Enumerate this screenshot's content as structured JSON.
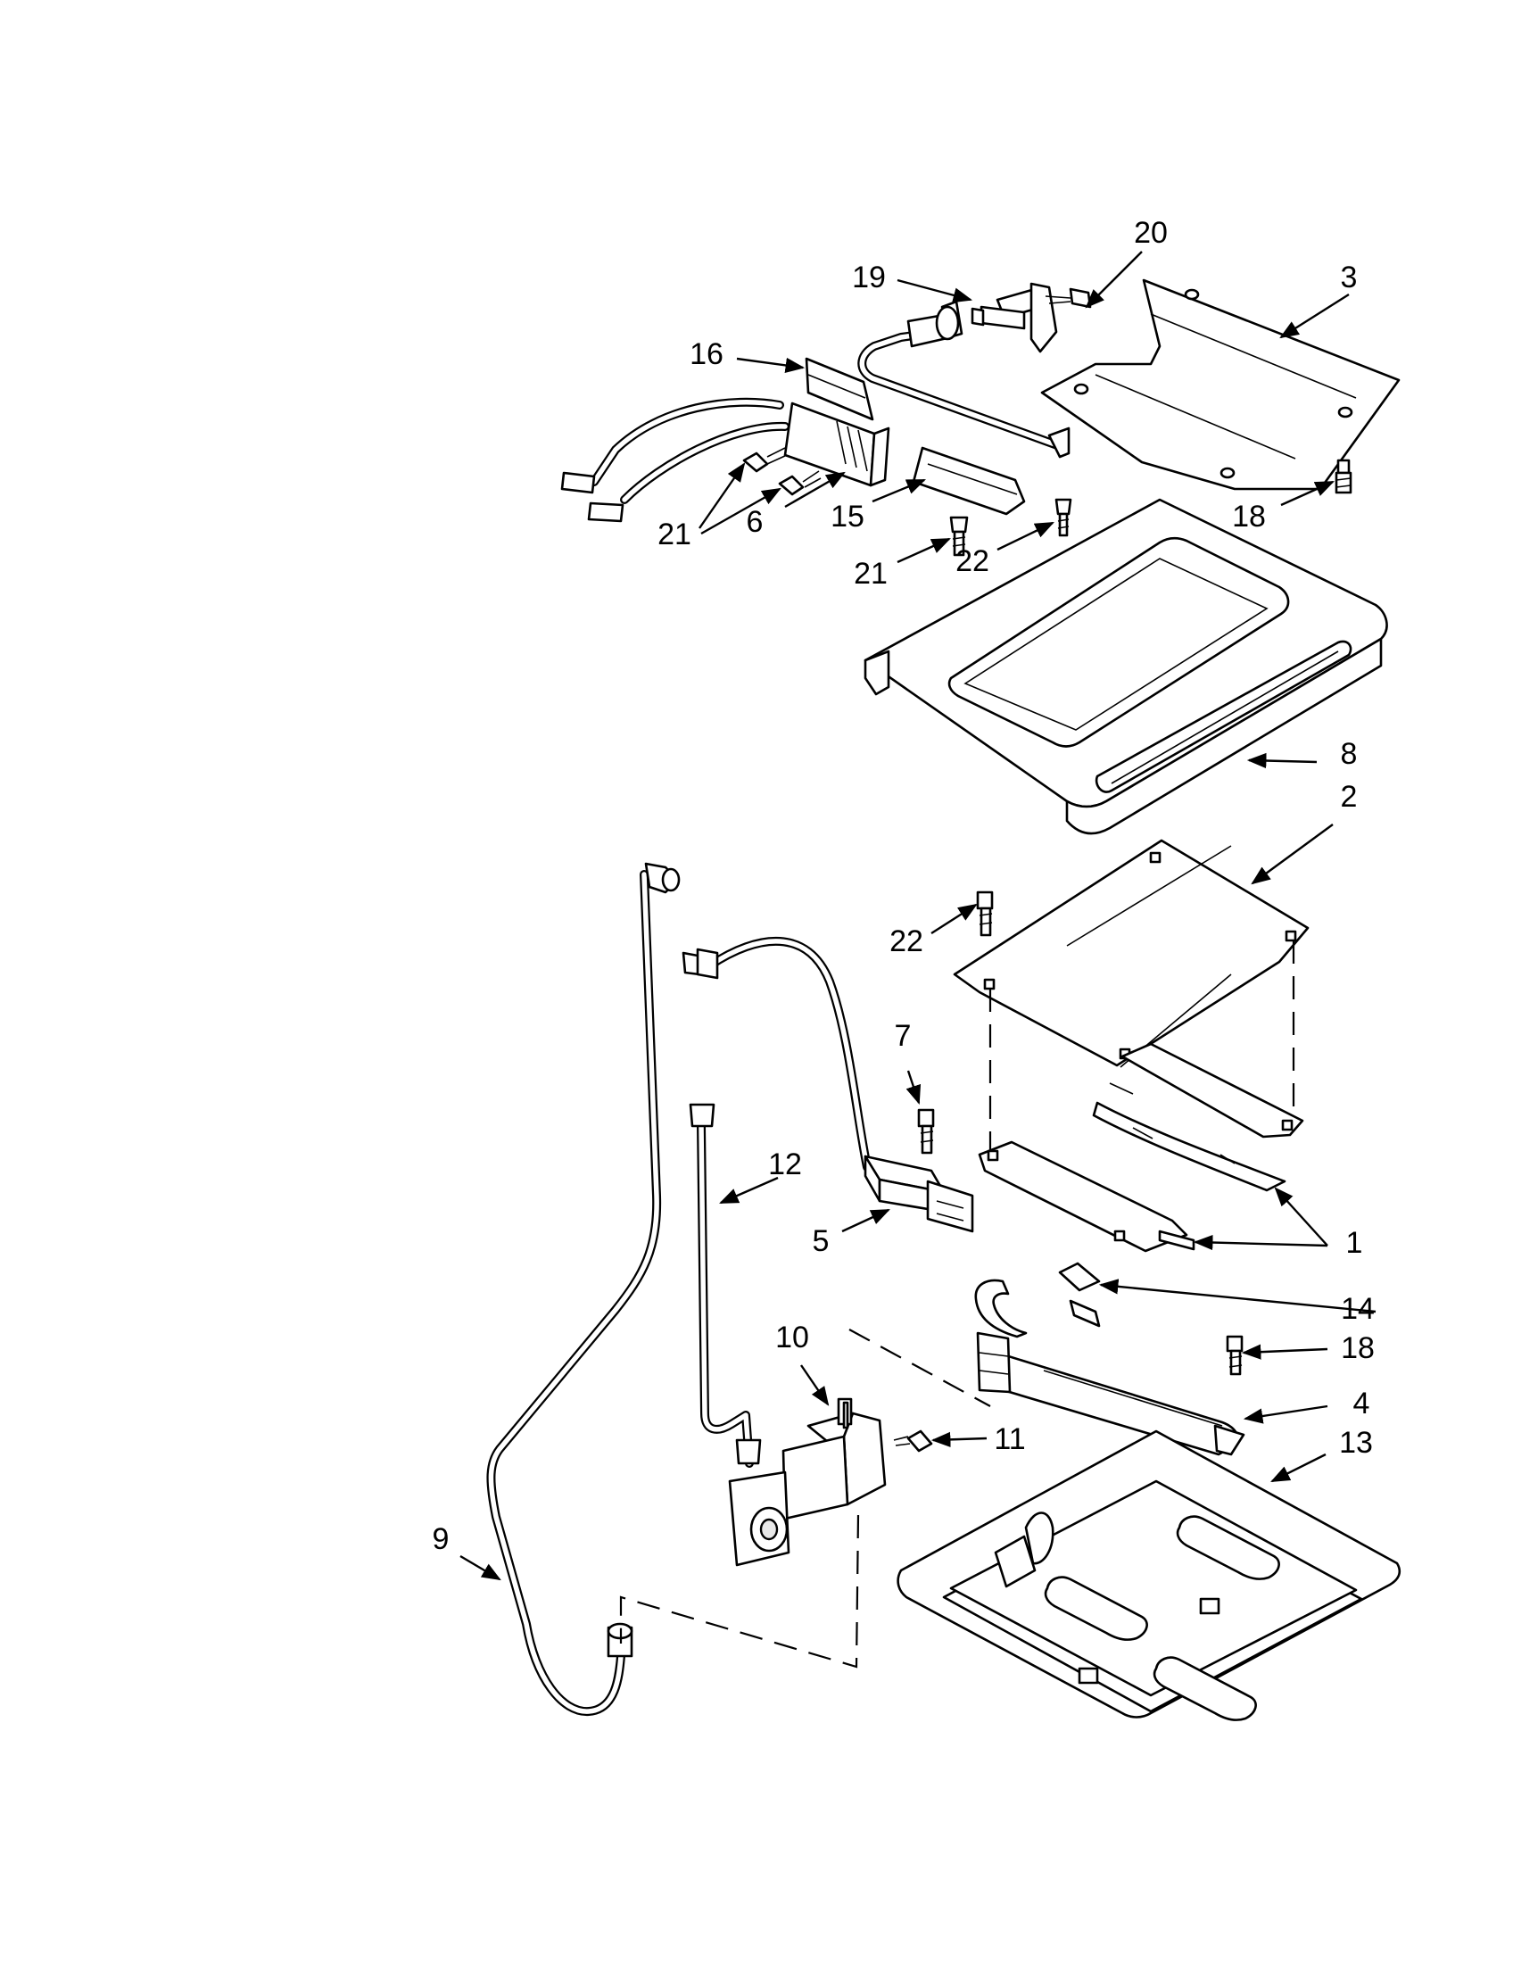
{
  "callouts": [
    {
      "id": "c20",
      "label": "20"
    },
    {
      "id": "c19",
      "label": "19"
    },
    {
      "id": "c3",
      "label": "3"
    },
    {
      "id": "c16",
      "label": "16"
    },
    {
      "id": "c21a",
      "label": "21"
    },
    {
      "id": "c6",
      "label": "6"
    },
    {
      "id": "c15",
      "label": "15"
    },
    {
      "id": "c21b",
      "label": "21"
    },
    {
      "id": "c22a",
      "label": "22"
    },
    {
      "id": "c18a",
      "label": "18"
    },
    {
      "id": "c8",
      "label": "8"
    },
    {
      "id": "c2",
      "label": "2"
    },
    {
      "id": "c22b",
      "label": "22"
    },
    {
      "id": "c7",
      "label": "7"
    },
    {
      "id": "c12",
      "label": "12"
    },
    {
      "id": "c5",
      "label": "5"
    },
    {
      "id": "c1",
      "label": "1"
    },
    {
      "id": "c14",
      "label": "14"
    },
    {
      "id": "c18b",
      "label": "18"
    },
    {
      "id": "c10",
      "label": "10"
    },
    {
      "id": "c4",
      "label": "4"
    },
    {
      "id": "c11",
      "label": "11"
    },
    {
      "id": "c13",
      "label": "13"
    },
    {
      "id": "c9",
      "label": "9"
    }
  ]
}
